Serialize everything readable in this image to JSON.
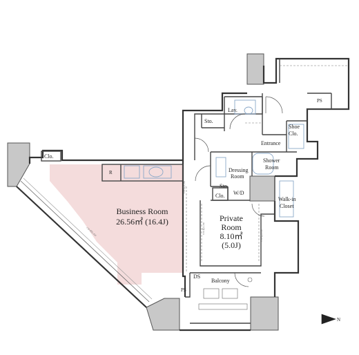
{
  "rooms": {
    "business": {
      "name": "Business Room",
      "area": "26.56㎡ (16.4J)"
    },
    "private": {
      "line1": "Private",
      "line2": "Room",
      "area": "8.10㎡",
      "jo": "(5.0J)"
    },
    "lav": "Lav.",
    "sto_top": "Sto.",
    "sto_mid": "Sto.",
    "entrance": "Entrance",
    "shoe_line1": "Shoe",
    "shoe_line2": "Clo.",
    "shower_line1": "Shower",
    "shower_line2": "Room",
    "dressing_line1": "Dressing",
    "dressing_line2": "Room",
    "wd": "W/D",
    "clo_small": "Clo.",
    "clo_corner": "Clo.",
    "walkin_line1": "Walk-in",
    "walkin_line2": "Closet",
    "balcony": "Balcony",
    "ds": "DS",
    "ps_top": "PS",
    "ps_bottom": "PS",
    "refrigerator": "R"
  },
  "colors": {
    "wall": "#c8c8c8",
    "wall_stroke": "#555555",
    "business_fill": "#f4dcdc",
    "fixture": "#9cb4d0",
    "line": "#333333"
  }
}
